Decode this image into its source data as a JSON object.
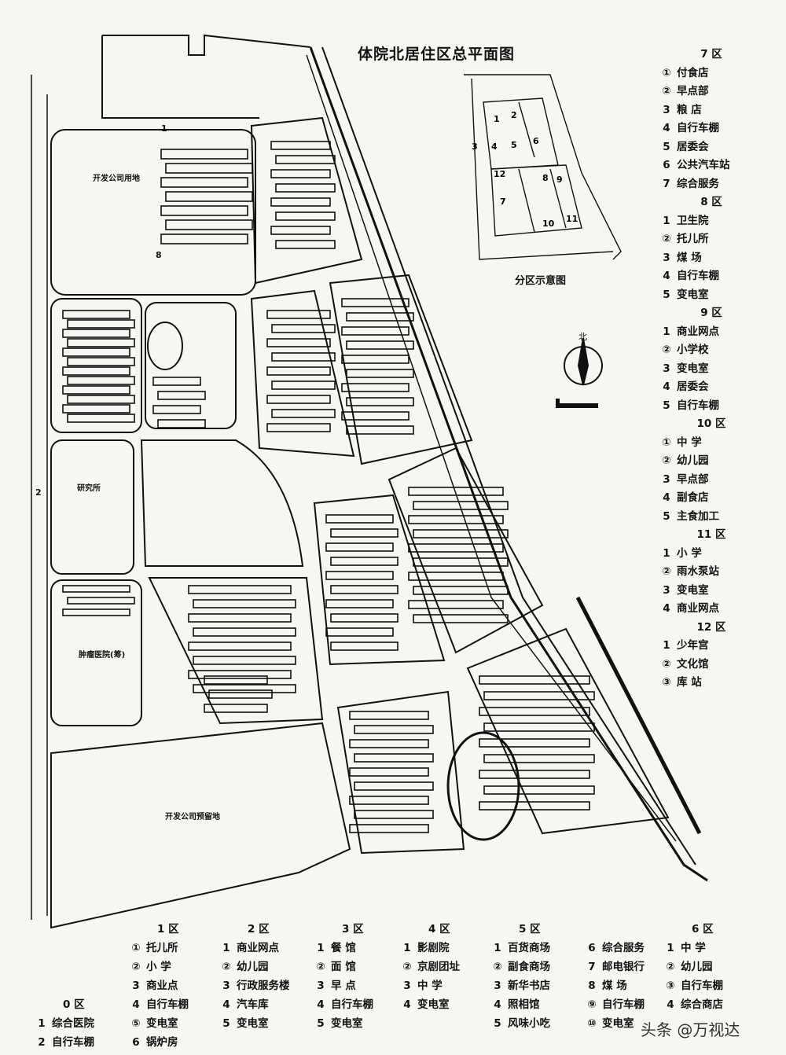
{
  "title": "体院北居住区总平面图",
  "inset_caption": "分区示意图",
  "inset_zones": [
    "1",
    "2",
    "3",
    "4",
    "5",
    "6",
    "12",
    "8",
    "9",
    "7",
    "10",
    "11"
  ],
  "map_labels": {
    "zone_1": "1",
    "zone_2": "2",
    "zone_8": "8",
    "park_top": "开发公司用地",
    "research": "研究所",
    "hospital": "肿瘤医院(筹)",
    "bottom_land": "开发公司预留地"
  },
  "watermark": "头条 @万视达",
  "legend_right": [
    {
      "header": "7  区",
      "items": [
        {
          "n": "①",
          "t": "付食店"
        },
        {
          "n": "②",
          "t": "早点部"
        },
        {
          "n": "3",
          "t": "粮  店"
        },
        {
          "n": "4",
          "t": "自行车棚"
        },
        {
          "n": "5",
          "t": "居委会"
        },
        {
          "n": "6",
          "t": "公共汽车站"
        },
        {
          "n": "7",
          "t": "综合服务"
        }
      ]
    },
    {
      "header": "8  区",
      "items": [
        {
          "n": "1",
          "t": "卫生院"
        },
        {
          "n": "②",
          "t": "托儿所"
        },
        {
          "n": "3",
          "t": "煤  场"
        },
        {
          "n": "4",
          "t": "自行车棚"
        },
        {
          "n": "5",
          "t": "变电室"
        }
      ]
    },
    {
      "header": "9  区",
      "items": [
        {
          "n": "1",
          "t": "商业网点"
        },
        {
          "n": "②",
          "t": "小学校"
        },
        {
          "n": "3",
          "t": "变电室"
        },
        {
          "n": "4",
          "t": "居委会"
        },
        {
          "n": "5",
          "t": "自行车棚"
        }
      ]
    },
    {
      "header": "10  区",
      "items": [
        {
          "n": "①",
          "t": "中  学"
        },
        {
          "n": "②",
          "t": "幼儿园"
        },
        {
          "n": "3",
          "t": "早点部"
        },
        {
          "n": "4",
          "t": "副食店"
        },
        {
          "n": "5",
          "t": "主食加工"
        }
      ]
    },
    {
      "header": "11  区",
      "items": [
        {
          "n": "1",
          "t": "小  学"
        },
        {
          "n": "②",
          "t": "雨水泵站"
        },
        {
          "n": "3",
          "t": "变电室"
        },
        {
          "n": "4",
          "t": "商业网点"
        }
      ]
    },
    {
      "header": "12  区",
      "items": [
        {
          "n": "1",
          "t": "少年宫"
        },
        {
          "n": "②",
          "t": "文化馆"
        },
        {
          "n": "③",
          "t": "库  站"
        }
      ]
    }
  ],
  "legend_bottom": [
    {
      "header": "",
      "items": [],
      "pre": [],
      "zone0": {
        "header": "0  区",
        "items": [
          {
            "n": "1",
            "t": "综合医院"
          },
          {
            "n": "2",
            "t": "自行车棚"
          }
        ]
      }
    },
    {
      "header": "1  区",
      "items": [
        {
          "n": "①",
          "t": "托儿所"
        },
        {
          "n": "②",
          "t": "小  学"
        },
        {
          "n": "3",
          "t": "商业点"
        },
        {
          "n": "4",
          "t": "自行车棚"
        },
        {
          "n": "⑤",
          "t": "变电室"
        },
        {
          "n": "6",
          "t": "锅炉房"
        }
      ]
    },
    {
      "header": "2  区",
      "items": [
        {
          "n": "1",
          "t": "商业网点"
        },
        {
          "n": "②",
          "t": "幼儿园"
        },
        {
          "n": "3",
          "t": "行政服务楼"
        },
        {
          "n": "4",
          "t": "汽车库"
        },
        {
          "n": "5",
          "t": "变电室"
        }
      ]
    },
    {
      "header": "3  区",
      "items": [
        {
          "n": "1",
          "t": "餐  馆"
        },
        {
          "n": "②",
          "t": "面  馆"
        },
        {
          "n": "3",
          "t": "早  点"
        },
        {
          "n": "4",
          "t": "自行车棚"
        },
        {
          "n": "5",
          "t": "变电室"
        }
      ]
    },
    {
      "header": "4  区",
      "items": [
        {
          "n": "1",
          "t": "影剧院"
        },
        {
          "n": "②",
          "t": "京剧团址"
        },
        {
          "n": "3",
          "t": "中  学"
        },
        {
          "n": "4",
          "t": "变电室"
        }
      ]
    },
    {
      "header": "5  区",
      "items": [
        {
          "n": "1",
          "t": "百货商场"
        },
        {
          "n": "②",
          "t": "副食商场"
        },
        {
          "n": "3",
          "t": "新华书店"
        },
        {
          "n": "4",
          "t": "照相馆"
        },
        {
          "n": "5",
          "t": "风味小吃"
        }
      ]
    },
    {
      "header": "",
      "items": [
        {
          "n": "6",
          "t": "综合服务"
        },
        {
          "n": "7",
          "t": "邮电银行"
        },
        {
          "n": "8",
          "t": "煤  场"
        },
        {
          "n": "⑨",
          "t": "自行车棚"
        },
        {
          "n": "⑩",
          "t": "变电室"
        }
      ]
    },
    {
      "header": "6  区",
      "items": [
        {
          "n": "1",
          "t": "中  学"
        },
        {
          "n": "②",
          "t": "幼儿园"
        },
        {
          "n": "③",
          "t": "自行车棚"
        },
        {
          "n": "4",
          "t": "综合商店"
        }
      ]
    }
  ]
}
